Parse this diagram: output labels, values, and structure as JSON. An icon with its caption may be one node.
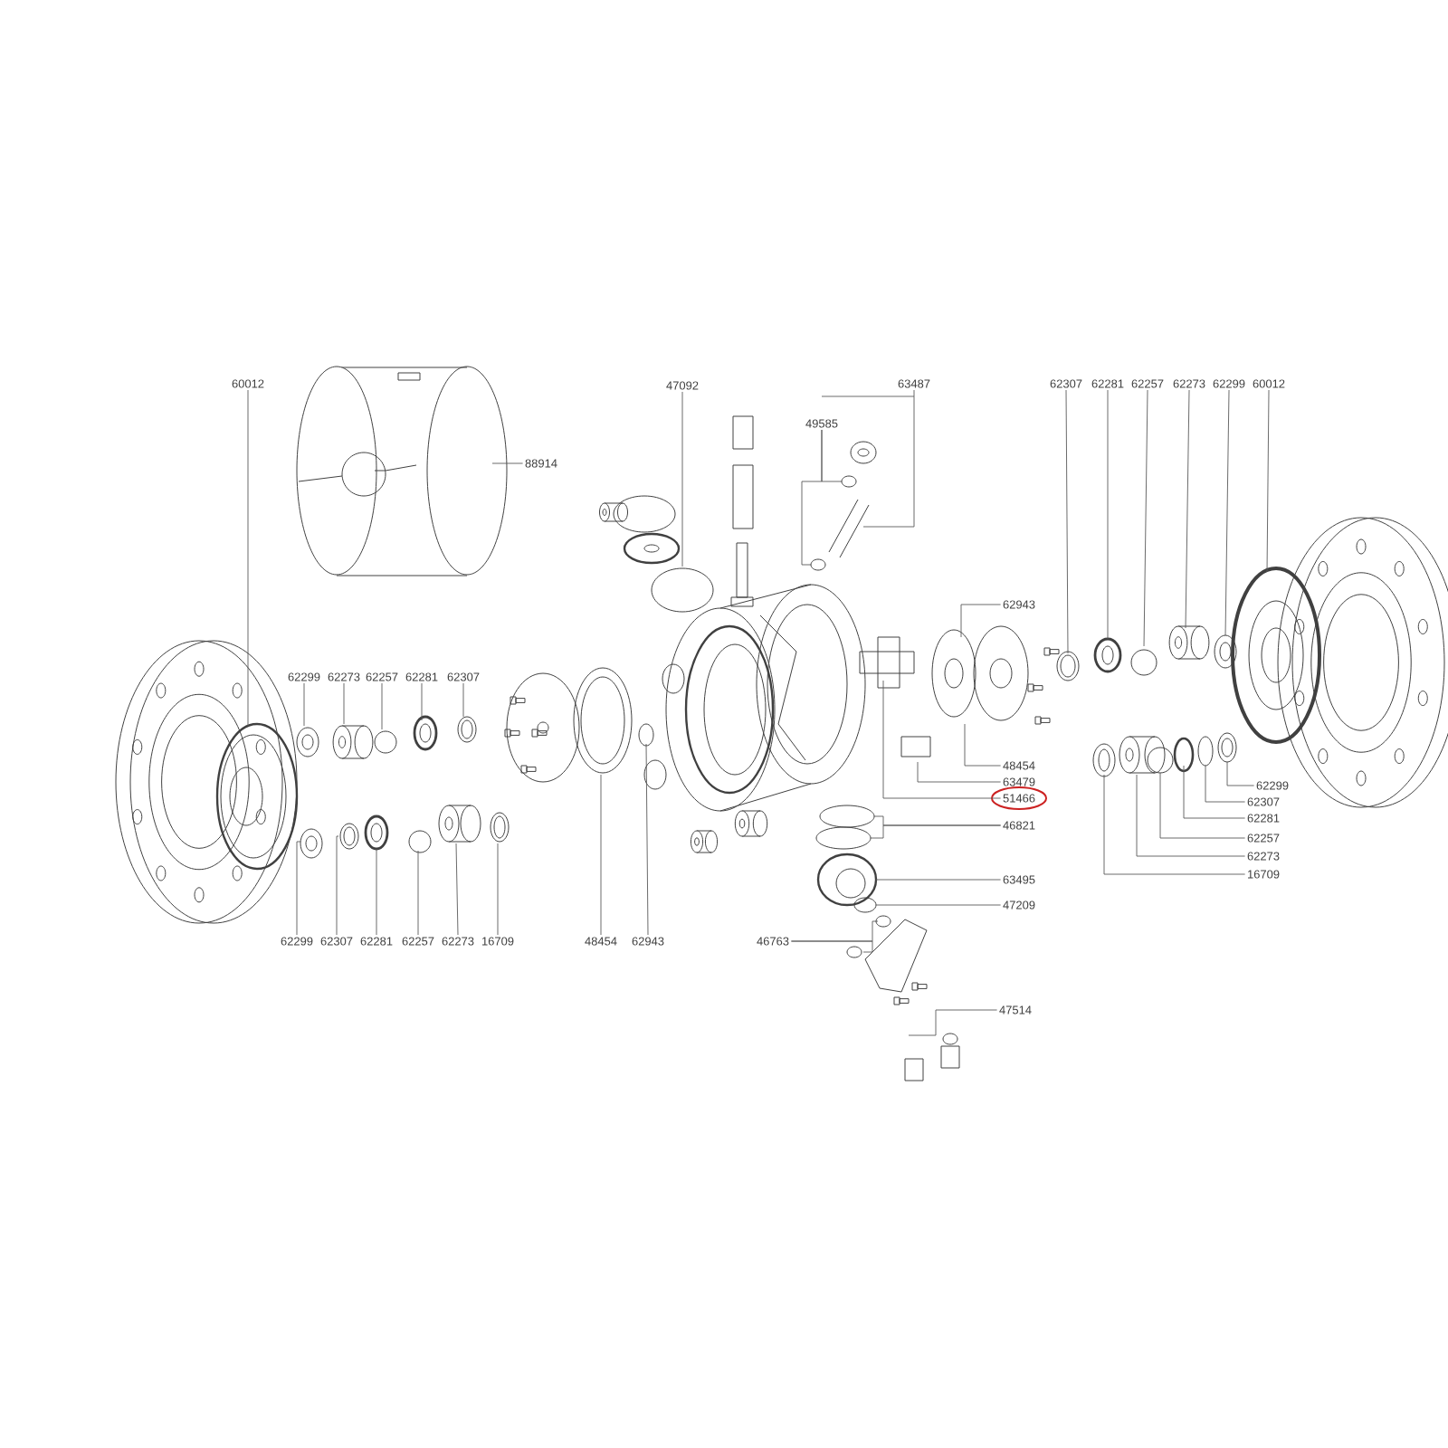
{
  "diagram": {
    "nodes": [
      {
        "text": [
          "60012"
        ]
      },
      {
        "text": [
          "47092"
        ]
      },
      {
        "text": [
          "63487"
        ]
      },
      {
        "text": [
          "62307"
        ]
      },
      {
        "text": [
          "62281"
        ]
      },
      {
        "text": [
          "62257"
        ]
      },
      {
        "text": [
          "62273"
        ]
      },
      {
        "text": [
          "62299"
        ]
      },
      {
        "text": [
          "60012"
        ]
      },
      {
        "text": [
          "49585"
        ]
      },
      {
        "text": [
          "88914"
        ]
      },
      {
        "text": [
          "62943"
        ]
      },
      {
        "text": [
          "62299"
        ]
      },
      {
        "text": [
          "62273"
        ]
      },
      {
        "text": [
          "62257"
        ]
      },
      {
        "text": [
          "62281"
        ]
      },
      {
        "text": [
          "62307"
        ]
      },
      {
        "text": [
          "48454"
        ]
      },
      {
        "text": [
          "63479"
        ]
      },
      {
        "text": [
          "62299"
        ]
      },
      {
        "text": [
          "51466"
        ]
      },
      {
        "text": [
          "62307"
        ]
      },
      {
        "text": [
          "62281"
        ]
      },
      {
        "text": [
          "46821"
        ]
      },
      {
        "text": [
          "62257"
        ]
      },
      {
        "text": [
          "62273"
        ]
      },
      {
        "text": [
          "16709"
        ]
      },
      {
        "text": [
          "63495"
        ]
      },
      {
        "text": [
          "47209"
        ]
      },
      {
        "text": [
          "62299"
        ]
      },
      {
        "text": [
          "62307"
        ]
      },
      {
        "text": [
          "62281"
        ]
      },
      {
        "text": [
          "62257"
        ]
      },
      {
        "text": [
          "62273"
        ]
      },
      {
        "text": [
          "16709"
        ]
      },
      {
        "text": [
          "48454"
        ]
      },
      {
        "text": [
          "62943"
        ]
      },
      {
        "text": [
          "46763"
        ]
      },
      {
        "text": [
          "47514"
        ]
      }
    ],
    "edges": [
      {
        "from": 0,
        "to": null,
        "arrow": "none"
      },
      {
        "from": 1,
        "to": null,
        "arrow": "none"
      },
      {
        "from": 2,
        "to": null,
        "arrow": "none"
      },
      {
        "from": 3,
        "to": null,
        "arrow": "none"
      },
      {
        "from": 4,
        "to": null,
        "arrow": "none"
      },
      {
        "from": 5,
        "to": null,
        "arrow": "none"
      },
      {
        "from": 6,
        "to": null,
        "arrow": "none"
      },
      {
        "from": 7,
        "to": null,
        "arrow": "none"
      },
      {
        "from": 8,
        "to": null,
        "arrow": "none"
      },
      {
        "from": 9,
        "to": null,
        "arrow": "none"
      },
      {
        "from": 9,
        "to": null,
        "arrow": "none"
      },
      {
        "from": 10,
        "to": null,
        "arrow": "none"
      },
      {
        "from": 11,
        "to": null,
        "arrow": "none"
      },
      {
        "from": 12,
        "to": null,
        "arrow": "none"
      },
      {
        "from": 13,
        "to": null,
        "arrow": "none"
      },
      {
        "from": 14,
        "to": null,
        "arrow": "none"
      },
      {
        "from": 15,
        "to": null,
        "arrow": "none"
      },
      {
        "from": 16,
        "to": null,
        "arrow": "none"
      },
      {
        "from": 17,
        "to": null,
        "arrow": "none"
      },
      {
        "from": 18,
        "to": null,
        "arrow": "none"
      },
      {
        "from": 19,
        "to": null,
        "arrow": "none"
      },
      {
        "from": 20,
        "to": null,
        "arrow": "none"
      },
      {
        "from": 21,
        "to": null,
        "arrow": "none"
      },
      {
        "from": 22,
        "to": null,
        "arrow": "none"
      },
      {
        "from": 23,
        "to": null,
        "arrow": "none"
      },
      {
        "from": 23,
        "to": null,
        "arrow": "none"
      },
      {
        "from": 24,
        "to": null,
        "arrow": "none"
      },
      {
        "from": 25,
        "to": null,
        "arrow": "none"
      },
      {
        "from": 26,
        "to": null,
        "arrow": "none"
      },
      {
        "from": 27,
        "to": null,
        "arrow": "none"
      },
      {
        "from": 28,
        "to": null,
        "arrow": "none"
      },
      {
        "from": 29,
        "to": null,
        "arrow": "none"
      },
      {
        "from": 30,
        "to": null,
        "arrow": "none"
      },
      {
        "from": 31,
        "to": null,
        "arrow": "none"
      },
      {
        "from": 32,
        "to": null,
        "arrow": "none"
      },
      {
        "from": 33,
        "to": null,
        "arrow": "none"
      },
      {
        "from": 34,
        "to": null,
        "arrow": "none"
      },
      {
        "from": 35,
        "to": null,
        "arrow": "none"
      },
      {
        "from": 36,
        "to": null,
        "arrow": "none"
      },
      {
        "from": 37,
        "to": null,
        "arrow": "none"
      },
      {
        "from": 37,
        "to": null,
        "arrow": "none"
      },
      {
        "from": 38,
        "to": null,
        "arrow": "none"
      }
    ]
  }
}
